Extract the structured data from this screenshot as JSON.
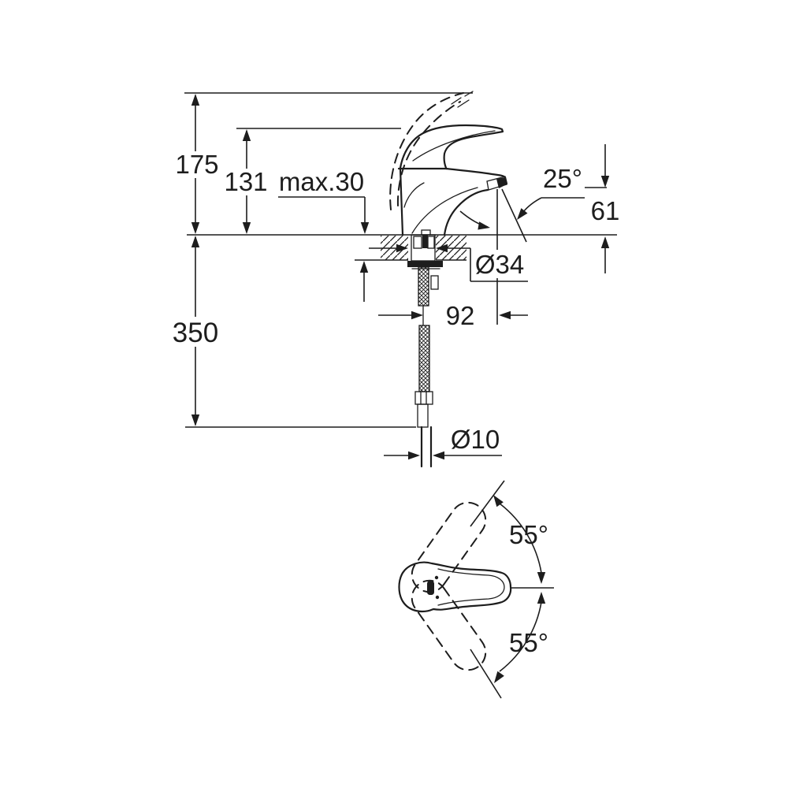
{
  "colors": {
    "background": "#ffffff",
    "line": "#1d1d1d"
  },
  "front_view": {
    "label": "front-elevation",
    "dims": {
      "overall_height": "175",
      "height_to_handle": "131",
      "max_deck_thickness": "max.30",
      "spout_angle": "25°",
      "spout_outlet_height": "61",
      "mounting_hole_diameter": "Ø34",
      "spout_reach": "92",
      "hose_length_below_deck": "350",
      "supply_pipe_diameter": "Ø10"
    }
  },
  "top_view": {
    "label": "handle-swing-top-view",
    "dims": {
      "swing_angle_up": "55°",
      "swing_angle_down": "55°"
    }
  }
}
